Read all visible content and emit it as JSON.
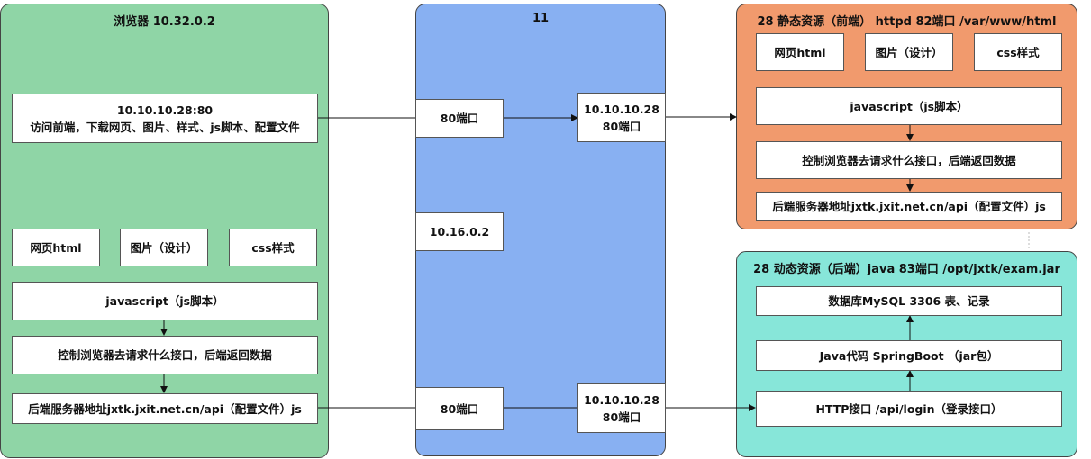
{
  "browser": {
    "title": "浏览器 10.32.0.2",
    "request_box": {
      "line1": "10.10.10.28:80",
      "line2": "访问前端，下载网页、图片、样式、js脚本、配置文件"
    },
    "html_box": "网页html",
    "image_box": "图片（设计）",
    "css_box": "css样式",
    "js_box": "javascript（js脚本）",
    "control_box": "控制浏览器去请求什么接口，后端返回数据",
    "backend_addr_box": "后端服务器地址jxtk.jxit.net.cn/api（配置文件）js"
  },
  "gateway": {
    "title": "11",
    "port_top": "80端口",
    "ip_inner": "10.16.0.2",
    "port_bottom": "80端口",
    "target_top": {
      "line1": "10.10.10.28",
      "line2": "80端口"
    },
    "target_bottom": {
      "line1": "10.10.10.28",
      "line2": "80端口"
    }
  },
  "static": {
    "title": "28 静态资源（前端） httpd 82端口 /var/www/html",
    "html_box": "网页html",
    "image_box": "图片（设计）",
    "css_box": "css样式",
    "js_box": "javascript（js脚本）",
    "control_box": "控制浏览器去请求什么接口，后端返回数据",
    "backend_addr_box": "后端服务器地址jxtk.jxit.net.cn/api（配置文件）js"
  },
  "dynamic": {
    "title": "28 动态资源（后端）java 83端口 /opt/jxtk/exam.jar",
    "db_box": "数据库MySQL  3306 表、记录",
    "java_box": "Java代码   SpringBoot （jar包）",
    "http_box": "HTTP接口 /api/login（登录接口）"
  },
  "colors": {
    "browser_panel": "#8fd5a6",
    "gateway_panel": "#88b0f2",
    "static_panel": "#f19a6d",
    "dynamic_panel": "#87e6d9",
    "line": "#111111"
  }
}
